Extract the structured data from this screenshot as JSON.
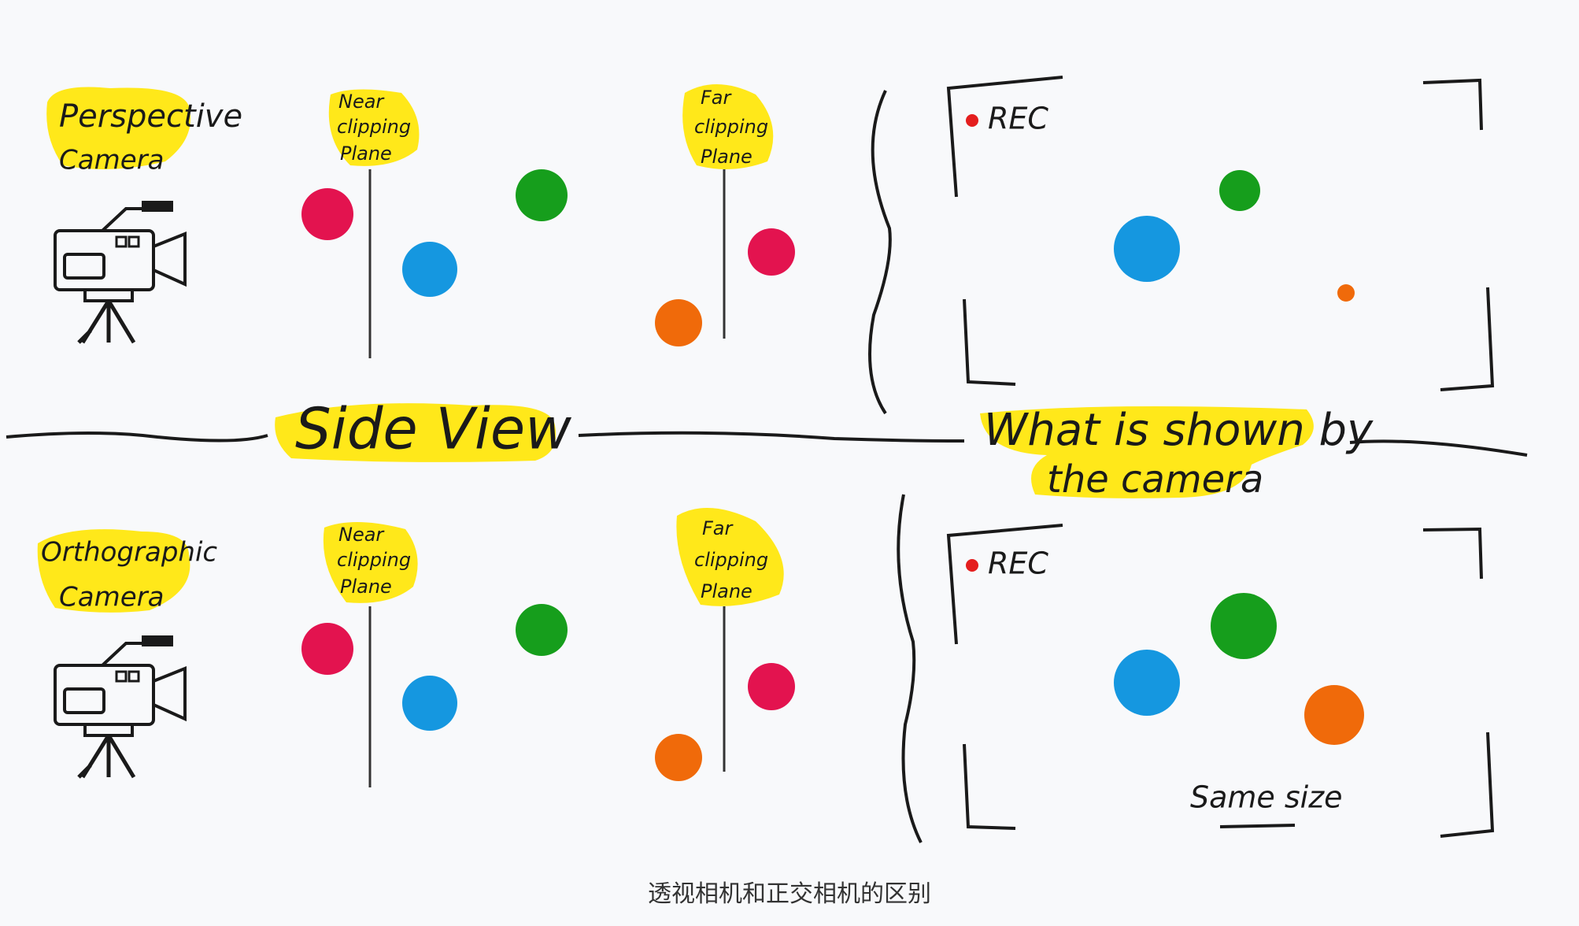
{
  "labels": {
    "perspective_camera": [
      "Perspective",
      "Camera"
    ],
    "orthographic_camera": [
      "Orthographic",
      "Camera"
    ],
    "near_plane": [
      "Near",
      "clipping",
      "Plane"
    ],
    "far_plane": [
      "Far",
      "clipping",
      "Plane"
    ],
    "side_view": "Side View",
    "what_is_shown": [
      "What is shown by",
      "the camera"
    ],
    "rec": "REC",
    "same_size": "Same size"
  },
  "caption": "透视相机和正交相机的区别",
  "colors": {
    "highlight": "#ffe81a",
    "red": "#e3134f",
    "green": "#169e1c",
    "blue": "#1597e0",
    "orange": "#f06a0a",
    "rec_dot": "#e41e1e"
  },
  "icons": [
    "video-camera-icon"
  ]
}
